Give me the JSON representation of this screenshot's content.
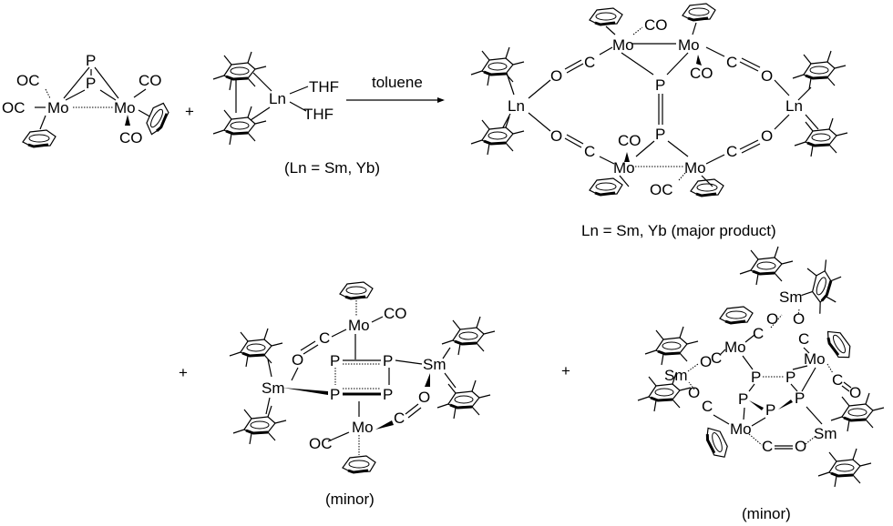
{
  "scheme": {
    "reactant1": {
      "name": "Cp2Mo2(CO)4(mu,eta2-P2)",
      "atoms": {
        "p_top": "P",
        "p_mid": "P",
        "mo_left": "Mo",
        "mo_right": "Mo",
        "co_left_up": "OC",
        "co_left": "OC",
        "co_right_up": "CO",
        "co_right_down": "CO"
      }
    },
    "plus1": "+",
    "reactant2": {
      "name": "Cp*2Ln(THF)2",
      "atoms": {
        "ln": "Ln",
        "thf_top": "THF",
        "thf_bottom": "THF"
      },
      "caption": "(Ln = Sm, Yb)"
    },
    "arrow": {
      "condition": "toluene"
    },
    "major_product": {
      "atoms": {
        "mo_tl": "Mo",
        "mo_tr": "Mo",
        "mo_bl": "Mo",
        "mo_br": "Mo",
        "co_tl": "CO",
        "co_tr": "CO",
        "co_bl": "CO",
        "co_br": "OC",
        "p_top": "P",
        "p_bottom": "P",
        "ln_left": "Ln",
        "ln_right": "Ln",
        "o1": "O",
        "c1": "C",
        "o2": "O",
        "c2": "C",
        "o3": "O",
        "c3": "C",
        "o4": "O",
        "c4": "C"
      },
      "caption": "Ln = Sm, Yb (major product)"
    },
    "plus2": "+",
    "minor_product1": {
      "atoms": {
        "mo_top": "Mo",
        "mo_bottom": "Mo",
        "co_top": "CO",
        "co_bottom": "OC",
        "c_left": "C",
        "o_left": "O",
        "c_right": "C",
        "o_right": "O",
        "p1": "P",
        "p2": "P",
        "p3": "P",
        "p4": "P",
        "sm_left": "Sm",
        "sm_right": "Sm"
      },
      "caption": "(minor)"
    },
    "plus3": "+",
    "minor_product2": {
      "atoms": {
        "sm_top": "Sm",
        "sm_left": "Sm",
        "sm_right": "Sm",
        "mo_left": "Mo",
        "mo_right": "Mo",
        "mo_bottom": "Mo",
        "p1": "P",
        "p2": "P",
        "p3": "P",
        "p4": "P",
        "p5": "P",
        "o1": "O",
        "c1": "C",
        "o2": "O",
        "c2": "C",
        "o3": "O",
        "c3": "C",
        "o4": "O",
        "c4": "C",
        "o5": "O",
        "c5": "C",
        "o6": "O",
        "c6": "C"
      },
      "caption": "(minor)"
    }
  }
}
